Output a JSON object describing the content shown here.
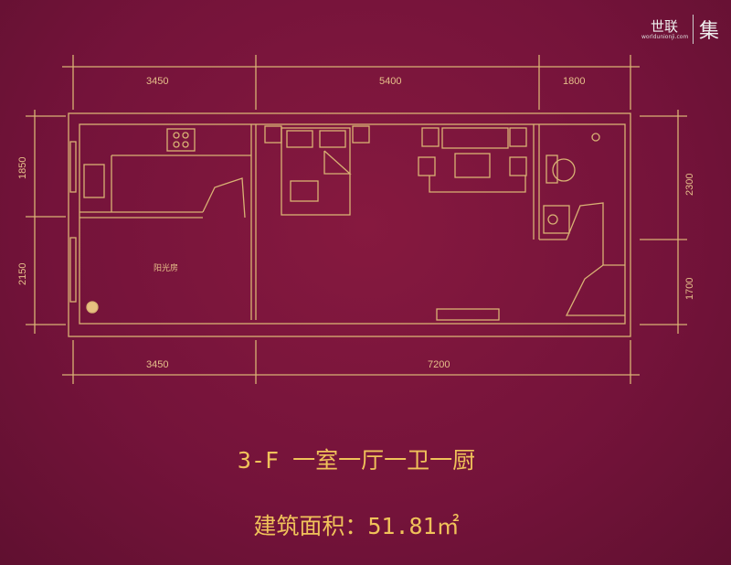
{
  "logo": {
    "brand": "世联",
    "site": "worldunionji.com",
    "mark": "集"
  },
  "plan": {
    "top_dims": [
      "3450",
      "5400",
      "1800"
    ],
    "bottom_dims": [
      "3450",
      "7200"
    ],
    "left_dims": [
      "1850",
      "2150"
    ],
    "right_dims": [
      "2300",
      "1700"
    ],
    "room_label": "阳光房"
  },
  "title": "3-F 一室一厅一卫一厨",
  "area": "建筑面积：51.81㎡",
  "colors": {
    "background": "#74133a",
    "lines": "#d9b274",
    "title": "#f0c25a"
  }
}
